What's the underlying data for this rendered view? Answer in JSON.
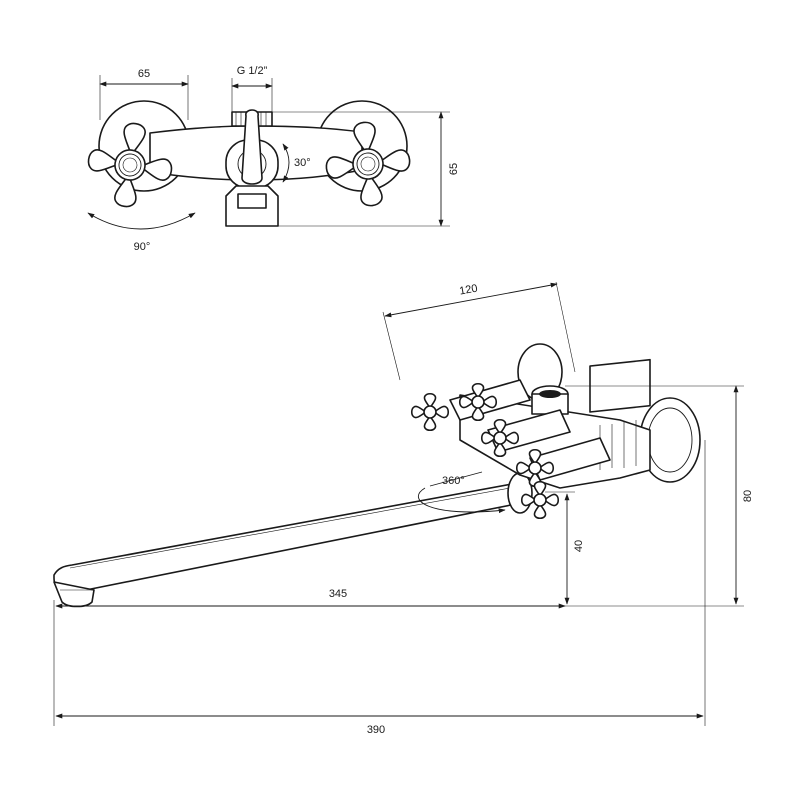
{
  "front_view": {
    "dim_handle_spacing": "65",
    "dim_thread": "G 1/2”",
    "dim_height": "65",
    "angle_switch": "30°",
    "angle_handle": "90°"
  },
  "side_view": {
    "dim_depth": "120",
    "angle_spout": "360°",
    "dim_spout_height": "40",
    "dim_total_height": "80",
    "dim_spout_length": "345",
    "dim_total_length": "390"
  },
  "icons": {
    "cross_handle": "cross-handle-icon",
    "rotation_arrow": "rotation-arrow-icon"
  }
}
